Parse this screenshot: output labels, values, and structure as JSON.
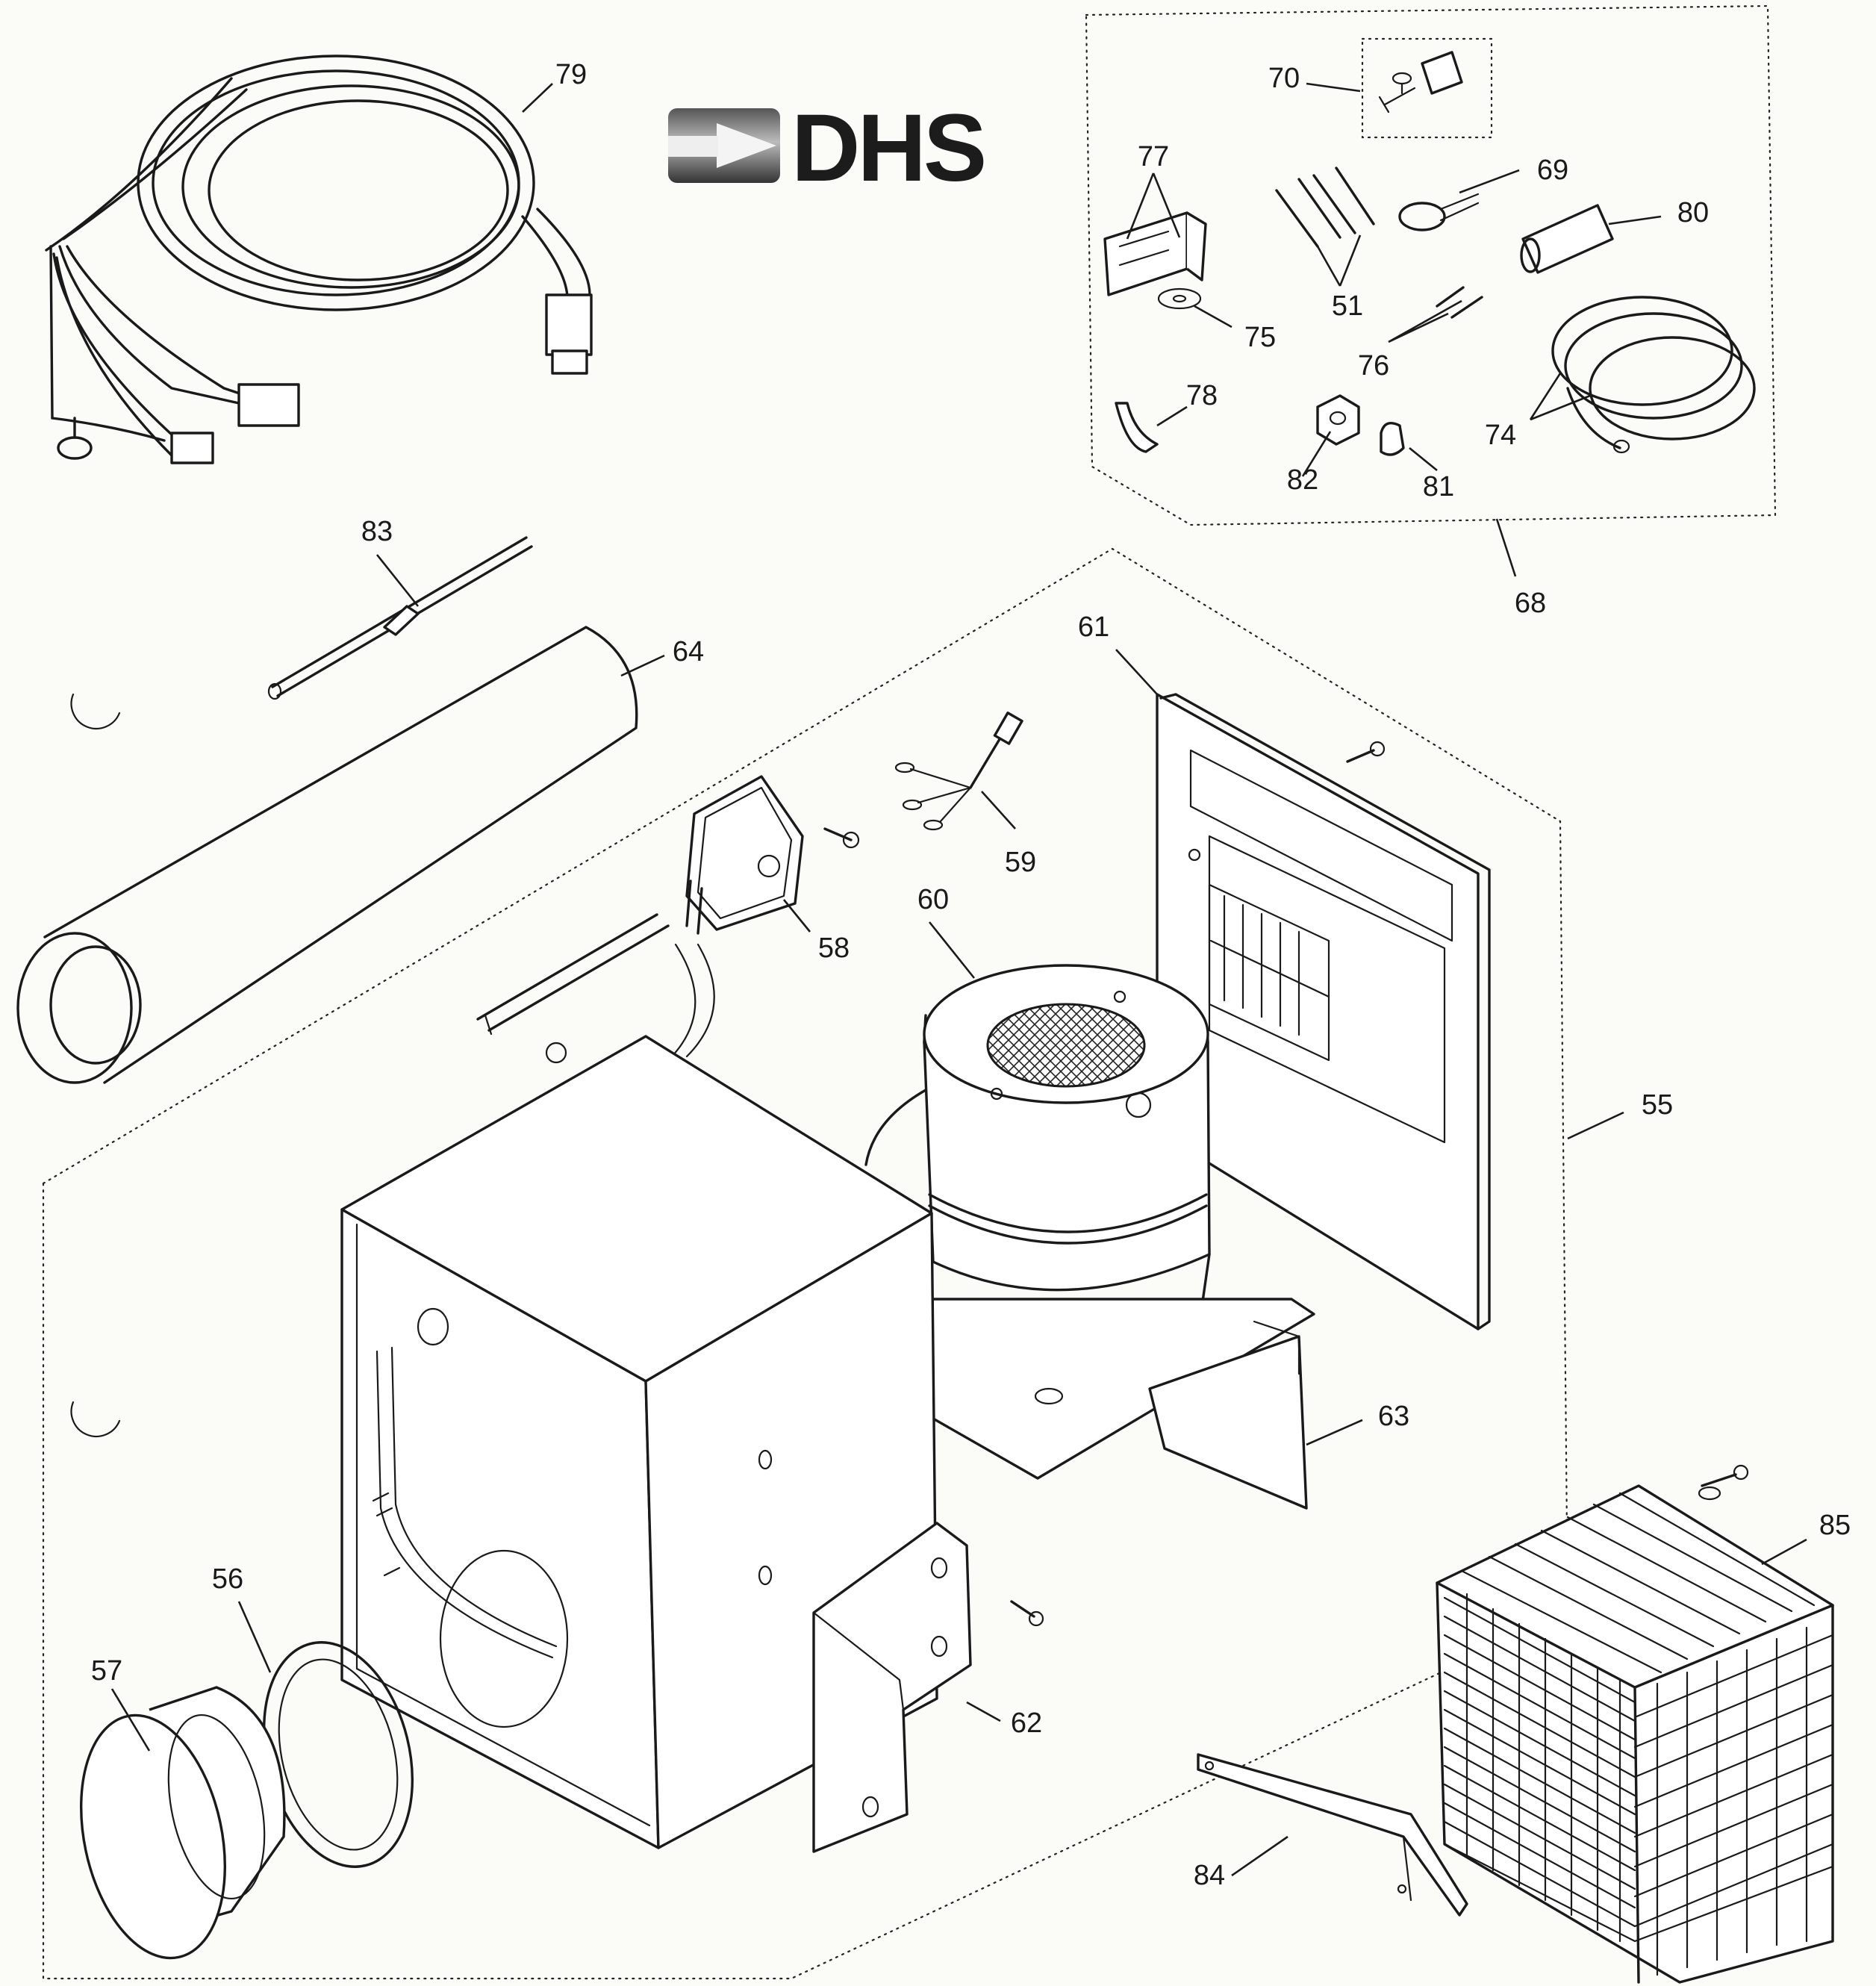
{
  "logo": {
    "text": "DHS",
    "color": "#1c1c1c"
  },
  "callouts": {
    "c51": "51",
    "c55": "55",
    "c56": "56",
    "c57": "57",
    "c58": "58",
    "c59": "59",
    "c60": "60",
    "c61": "61",
    "c62": "62",
    "c63": "63",
    "c64": "64",
    "c68": "68",
    "c69": "69",
    "c70": "70",
    "c74": "74",
    "c75": "75",
    "c76": "76",
    "c77": "77",
    "c78": "78",
    "c79": "79",
    "c80": "80",
    "c81": "81",
    "c82": "82",
    "c83": "83",
    "c84": "84",
    "c85": "85"
  },
  "colors": {
    "ink": "#1a1a1a",
    "paper": "#fbfbf8"
  }
}
